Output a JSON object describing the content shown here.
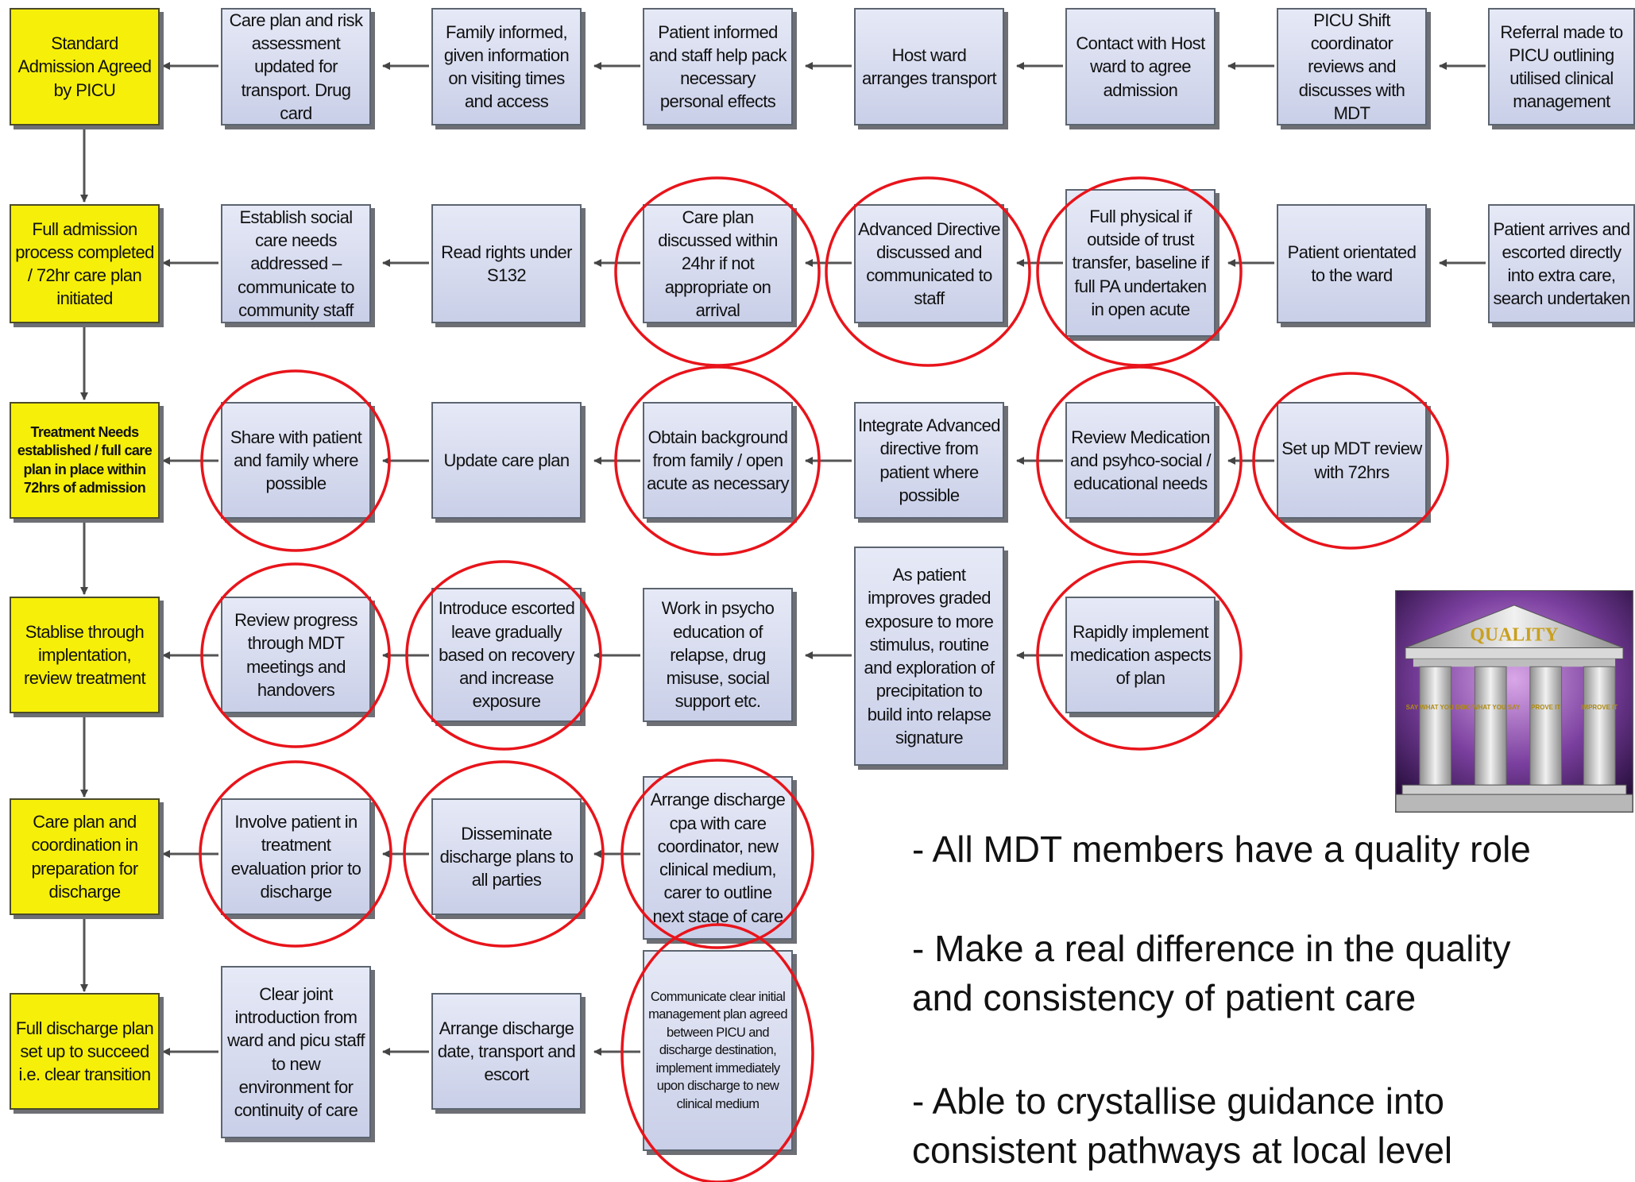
{
  "flow": {
    "r1": {
      "s": "Standard Admission Agreed by PICU",
      "a": "Care plan and risk assessment updated for transport. Drug card",
      "b": "Family informed, given information on visiting times and access",
      "c": "Patient informed and staff help pack necessary personal effects",
      "d": "Host ward arranges transport",
      "e": "Contact with Host ward to agree admission",
      "f": "PICU Shift coordinator reviews and discusses with MDT",
      "g": "Referral made to PICU outlining utilised clinical management"
    },
    "r2": {
      "s": "Full admission process completed / 72hr care plan initiated",
      "a": "Establish social care needs addressed – communicate to community staff",
      "b": "Read rights under S132",
      "c": "Care plan discussed within 24hr if not appropriate on arrival",
      "d": "Advanced Directive discussed and communicated to staff",
      "e": "Full physical if outside of trust transfer, baseline if full PA undertaken in open acute",
      "f": "Patient orientated to the ward",
      "g": "Patient arrives and escorted directly into extra care, search undertaken"
    },
    "r3": {
      "s": "Treatment Needs established / full care plan in place within 72hrs of admission",
      "a": "Share with patient and family where possible",
      "b": "Update care plan",
      "c": "Obtain background from family / open acute as necessary",
      "d": "Integrate Advanced directive from patient where possible",
      "e": "Review Medication and psyhco-social / educational needs",
      "f": "Set up MDT review with 72hrs"
    },
    "r4": {
      "s": "Stablise through implentation, review treatment",
      "a": "Review progress through MDT meetings and handovers",
      "b": "Introduce escorted leave gradually based on recovery and increase exposure",
      "c": "Work in psycho education of relapse, drug misuse, social support etc.",
      "d": "As patient improves graded exposure to more stimulus, routine and exploration of precipitation to build into relapse signature",
      "e": "Rapidly implement medication aspects of plan"
    },
    "r5": {
      "s": "Care plan and coordination in preparation for discharge",
      "a": "Involve patient in treatment evaluation prior to discharge",
      "b": "Disseminate discharge plans to all parties",
      "c": "Arrange discharge cpa with care coordinator, new clinical medium, carer to outline next stage of care"
    },
    "r6": {
      "s": "Full discharge plan set up to succeed i.e. clear transition",
      "a": "Clear joint introduction from ward and picu staff to new environment for continuity of care",
      "b": "Arrange discharge date, transport and escort",
      "c": "Communicate clear initial management plan agreed between PICU and discharge destination, implement immediately upon discharge to new clinical medium"
    }
  },
  "quality_image": {
    "banner": "QUALITY",
    "pillars": [
      "SAY WHAT YOU DO",
      "DO WHAT YOU SAY",
      "PROVE IT",
      "IMPROVE IT"
    ]
  },
  "bullets": [
    "- All MDT members have a quality role",
    "- Make a real difference in the quality",
    "and consistency of patient care",
    "- Able to crystallise guidance into",
    "consistent pathways at local level"
  ],
  "colors": {
    "stage_box": "#f6ef0a",
    "step_box": "#d3d8ee",
    "highlight_circle": "#e8141b",
    "arrow": "#444444"
  }
}
